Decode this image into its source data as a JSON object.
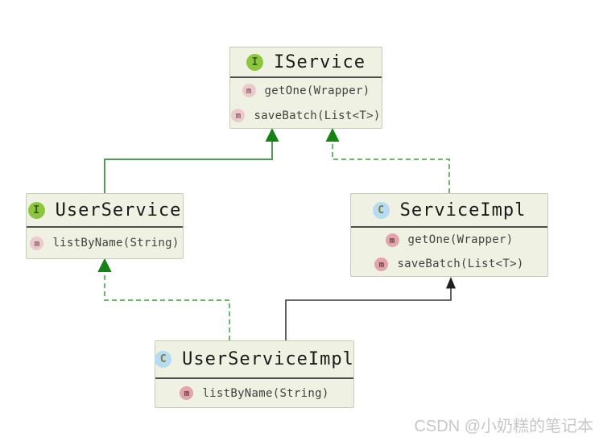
{
  "diagram": {
    "nodes": [
      {
        "id": "IService",
        "kind": "interface",
        "icon_letter": "I",
        "title": "IService",
        "methods": [
          {
            "icon_letter": "m",
            "label": "getOne(Wrapper)"
          },
          {
            "icon_letter": "m",
            "label": "saveBatch(List<T>)"
          }
        ]
      },
      {
        "id": "UserService",
        "kind": "interface",
        "icon_letter": "I",
        "title": "UserService",
        "methods": [
          {
            "icon_letter": "m",
            "label": "listByName(String)"
          }
        ]
      },
      {
        "id": "ServiceImpl",
        "kind": "class",
        "icon_letter": "C",
        "title": "ServiceImpl",
        "methods": [
          {
            "icon_letter": "m",
            "label": "getOne(Wrapper)"
          },
          {
            "icon_letter": "m",
            "label": "saveBatch(List<T>)"
          }
        ]
      },
      {
        "id": "UserServiceImpl",
        "kind": "class",
        "icon_letter": "C",
        "title": "UserServiceImpl",
        "methods": [
          {
            "icon_letter": "m",
            "label": "listByName(String)"
          }
        ]
      }
    ],
    "edges": [
      {
        "from": "UserService",
        "to": "IService",
        "relation": "extends",
        "line": "solid",
        "color": "#4f9d4f"
      },
      {
        "from": "ServiceImpl",
        "to": "IService",
        "relation": "implements",
        "line": "dashed",
        "color": "#69b969"
      },
      {
        "from": "UserServiceImpl",
        "to": "UserService",
        "relation": "implements",
        "line": "dashed",
        "color": "#69b969"
      },
      {
        "from": "UserServiceImpl",
        "to": "ServiceImpl",
        "relation": "extends",
        "line": "solid",
        "color": "#3a3a3a"
      }
    ],
    "colors": {
      "node_fill": "#eff1e2",
      "node_border": "#c4ccb4",
      "separator": "#4d4d4d",
      "interface_icon": "#8cc63f",
      "class_icon": "#b5dcf1",
      "method_icon": "#e2a4ae",
      "method_icon_abstract": "#ecc9ce",
      "green_arrowhead": "#178117",
      "black_arrowhead": "#1f1f1f"
    }
  },
  "watermark": {
    "text": "CSDN @小奶糕的笔记本"
  }
}
